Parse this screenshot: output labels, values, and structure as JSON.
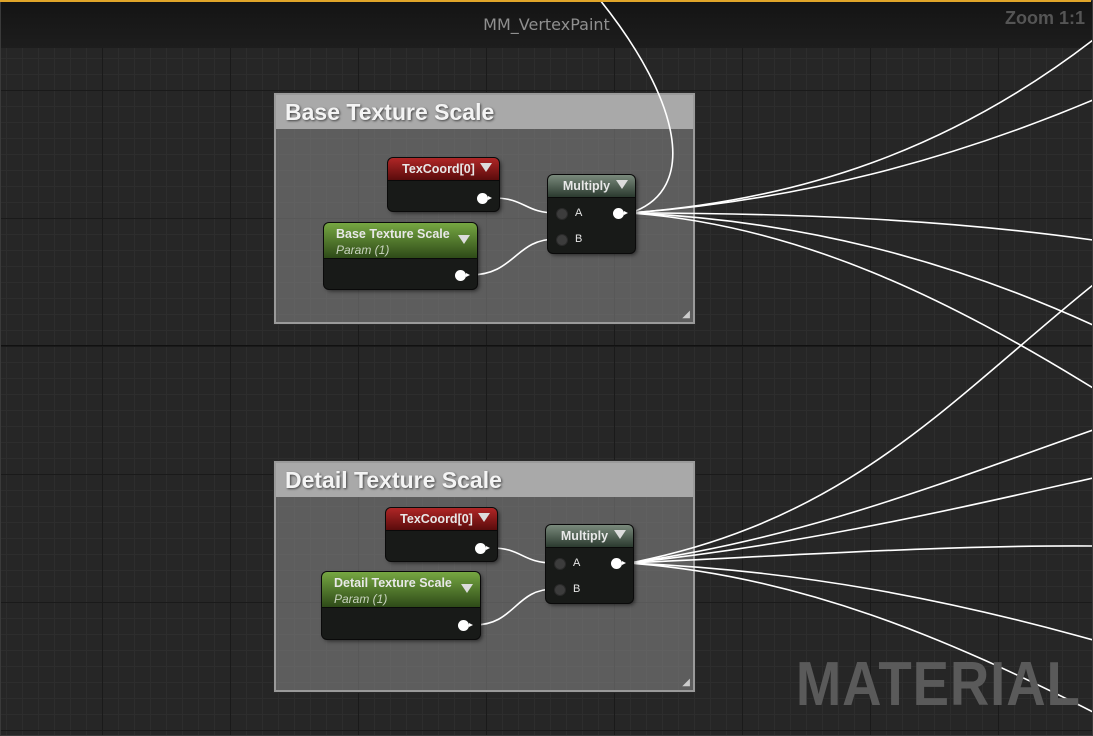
{
  "title": "MM_VertexPaint",
  "zoom_label": "Zoom 1:1",
  "watermark": "MATERIAL",
  "groups": [
    {
      "comment": "Base Texture Scale",
      "texcoord": "TexCoord[0]",
      "param_name": "Base Texture Scale",
      "param_sub": "Param (1)",
      "multiply": "Multiply",
      "pin_a": "A",
      "pin_b": "B"
    },
    {
      "comment": "Detail Texture Scale",
      "texcoord": "TexCoord[0]",
      "param_name": "Detail Texture Scale",
      "param_sub": "Param (1)",
      "multiply": "Multiply",
      "pin_a": "A",
      "pin_b": "B"
    }
  ],
  "colors": {
    "texcoord_header": "#9a1e1e",
    "param_header": "#5f8f35",
    "multiply_header": "#5a6b5d",
    "wire": "#ffffff",
    "accent_border": "#e0a52a"
  }
}
